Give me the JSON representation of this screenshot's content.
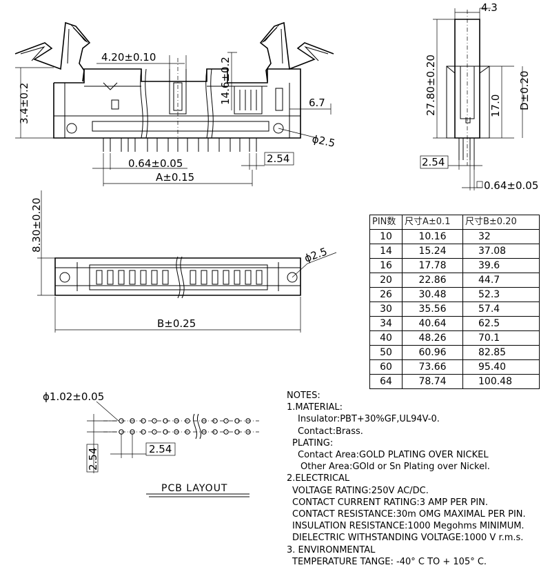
{
  "top_view": {
    "pitch_centerline": "4.20±0.10",
    "height_left": "3.4±0.2",
    "height_latch": "14.6±0.2",
    "offset_right": "6.7",
    "hole_dia": "ϕ2.5",
    "pin_width": "0.64±0.05",
    "pin_pitch": "2.54",
    "span_a": "A±0.15"
  },
  "side_view": {
    "width": "4.3",
    "total_height": "27.80±0.20",
    "body_height": "17.0",
    "d_dim": "D±0.20",
    "pin_pitch": "2.54",
    "pin_width": "0.64±0.05"
  },
  "plan_view": {
    "height": "8.30±0.20",
    "hole_dia": "ϕ2.5",
    "length_b": "B±0.25"
  },
  "pcb_layout": {
    "hole_dia": "ϕ1.02±0.05",
    "pitch_x": "2.54",
    "pitch_y": "2.54",
    "title": "PCB  LAYOUT"
  },
  "pin_table": {
    "headers": [
      "PIN数",
      "尺寸A±0.1",
      "尺寸B±0.20"
    ],
    "rows": [
      [
        "10",
        "10.16",
        "32"
      ],
      [
        "14",
        "15.24",
        "37.08"
      ],
      [
        "16",
        "17.78",
        "39.6"
      ],
      [
        "20",
        "22.86",
        "44.7"
      ],
      [
        "26",
        "30.48",
        "52.3"
      ],
      [
        "30",
        "35.56",
        "57.4"
      ],
      [
        "34",
        "40.64",
        "62.5"
      ],
      [
        "40",
        "48.26",
        "70.1"
      ],
      [
        "50",
        "60.96",
        "82.85"
      ],
      [
        "60",
        "73.66",
        "95.40"
      ],
      [
        "64",
        "78.74",
        "100.48"
      ]
    ]
  },
  "notes": {
    "title": "NOTES:",
    "l1": "1.MATERIAL:",
    "l2": "Insulator:PBT+30%GF,UL94V-0.",
    "l3": "Contact:Brass.",
    "l4": "PLATING:",
    "l5": "Contact Area:GOLD PLATING OVER NICKEL",
    "l6": "Other Area:GOld or Sn Plating over Nickel.",
    "l7": "2.ELECTRICAL",
    "l8": "VOLTAGE RATING:250V AC/DC.",
    "l9": "CONTACT CURRENT RATING:3 AMP PER PIN.",
    "l10": "CONTACT RESISTANCE:30m OMG MAXIMAL PER PIN.",
    "l11": "INSULATION RESISTANCE:1000 Megohms MINIMUM.",
    "l12": "DIELECTRIC WITHSTANDING VOLTAGE:1000 V r.m.s.",
    "l13": "3. ENVIRONMENTAL",
    "l14": "TEMPERATURE TANGE: -40° C TO + 105° C."
  }
}
